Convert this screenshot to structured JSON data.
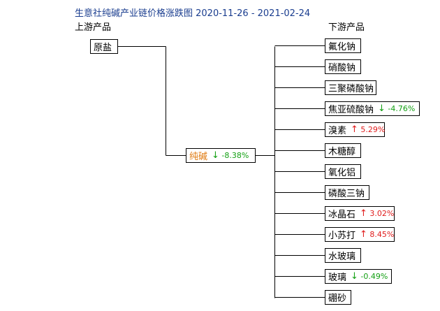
{
  "title": "生意社纯碱产业链价格涨跌图 2020-11-26 - 2021-02-24",
  "upstream_header": "上游产品",
  "downstream_header": "下游产品",
  "colors": {
    "title": "#1a3d8f",
    "center": "#e07a10",
    "down": "#13a013",
    "up": "#e01c1c"
  },
  "upstream": [
    {
      "label": "原盐"
    }
  ],
  "center": {
    "label": "纯碱",
    "arrow": "↓",
    "change": "-8.38%",
    "direction": "down"
  },
  "downstream": [
    {
      "label": "氟化钠"
    },
    {
      "label": "硝酸钠"
    },
    {
      "label": "三聚磷酸钠"
    },
    {
      "label": "焦亚硫酸钠",
      "arrow": "↓",
      "change": "-4.76%",
      "direction": "down"
    },
    {
      "label": "溴素",
      "arrow": "↑",
      "change": "5.29%",
      "direction": "up"
    },
    {
      "label": "木糖醇"
    },
    {
      "label": "氧化铝"
    },
    {
      "label": "磷酸三钠"
    },
    {
      "label": "冰晶石",
      "arrow": "↑",
      "change": "3.02%",
      "direction": "up"
    },
    {
      "label": "小苏打",
      "arrow": "↑",
      "change": "8.45%",
      "direction": "up"
    },
    {
      "label": "水玻璃"
    },
    {
      "label": "玻璃",
      "arrow": "↓",
      "change": "-0.49%",
      "direction": "down"
    },
    {
      "label": "硼砂"
    }
  ]
}
